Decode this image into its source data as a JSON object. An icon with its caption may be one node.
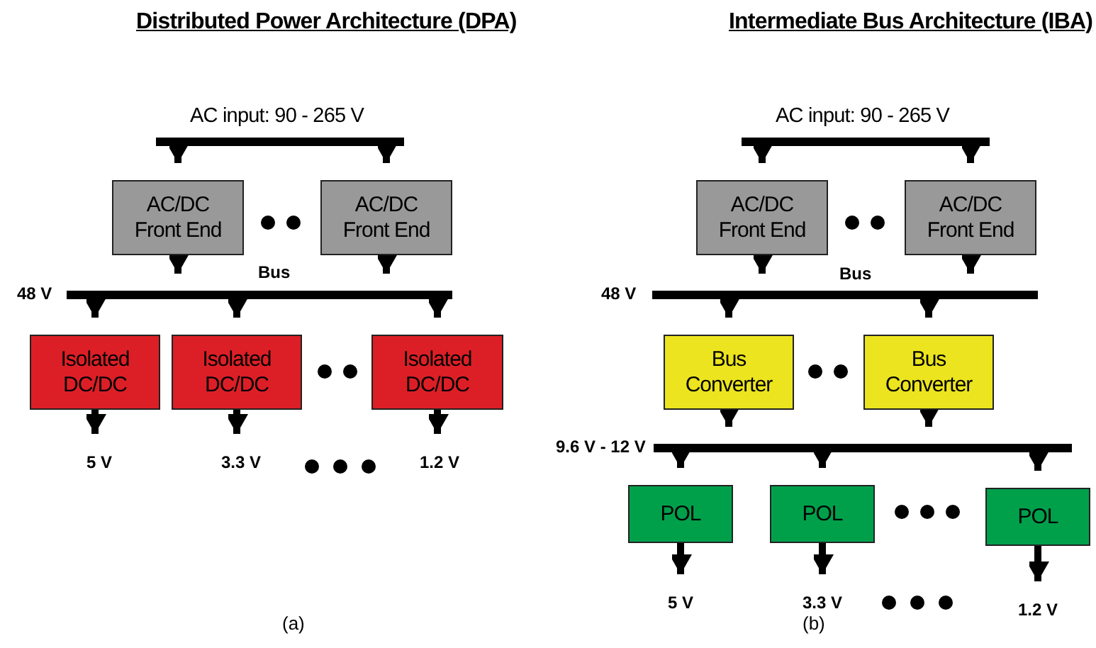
{
  "diagram": {
    "nodes": [
      {
        "text": [],
        "shape": "bar",
        "beside": [
          "AC input: 90 - 265 V"
        ]
      },
      {
        "text": [
          "AC/DC Front End"
        ]
      },
      {
        "text": [
          "AC/DC Front End"
        ]
      },
      {
        "text": [],
        "shape": "bar",
        "beside": [
          "Bus",
          "48 V"
        ]
      },
      {
        "text": [
          "Isolated DC/DC"
        ]
      },
      {
        "text": [
          "Isolated DC/DC"
        ]
      },
      {
        "text": [
          "Isolated DC/DC"
        ]
      },
      {
        "text": [
          "5 V"
        ]
      },
      {
        "text": [
          "3.3 V"
        ]
      },
      {
        "text": [
          "1.2 V"
        ]
      },
      {
        "text": [],
        "shape": "bar",
        "beside": [
          "AC input: 90 - 265 V"
        ]
      },
      {
        "text": [
          "AC/DC Front End"
        ]
      },
      {
        "text": [
          "AC/DC Front End"
        ]
      },
      {
        "text": [],
        "shape": "bar",
        "beside": [
          "Bus",
          "48 V"
        ]
      },
      {
        "text": [
          "Bus Converter"
        ]
      },
      {
        "text": [
          "Bus Converter"
        ]
      },
      {
        "text": [],
        "shape": "bar",
        "beside": [
          "9.6 V - 12 V"
        ]
      },
      {
        "text": [
          "POL"
        ]
      },
      {
        "text": [
          "POL"
        ]
      },
      {
        "text": [
          "POL"
        ]
      },
      {
        "text": [
          "5 V"
        ]
      },
      {
        "text": [
          "3.3 V"
        ]
      },
      {
        "text": [
          "1.2 V"
        ]
      }
    ],
    "edges": [
      {
        "from": 0,
        "to": 1,
        "arrow": "to"
      },
      {
        "from": 0,
        "to": 2,
        "arrow": "to"
      },
      {
        "from": 1,
        "to": 3,
        "arrow": "to"
      },
      {
        "from": 2,
        "to": 3,
        "arrow": "to"
      },
      {
        "from": 3,
        "to": 4,
        "arrow": "to"
      },
      {
        "from": 3,
        "to": 5,
        "arrow": "to"
      },
      {
        "from": 3,
        "to": 6,
        "arrow": "to"
      },
      {
        "from": 4,
        "to": 7,
        "arrow": "to"
      },
      {
        "from": 5,
        "to": 8,
        "arrow": "to"
      },
      {
        "from": 6,
        "to": 9,
        "arrow": "to"
      },
      {
        "from": 10,
        "to": 11,
        "arrow": "to"
      },
      {
        "from": 10,
        "to": 12,
        "arrow": "to"
      },
      {
        "from": 11,
        "to": 13,
        "arrow": "to"
      },
      {
        "from": 12,
        "to": 13,
        "arrow": "to"
      },
      {
        "from": 13,
        "to": 14,
        "arrow": "to"
      },
      {
        "from": 13,
        "to": 15,
        "arrow": "to"
      },
      {
        "from": 14,
        "to": 16,
        "arrow": "to"
      },
      {
        "from": 15,
        "to": 16,
        "arrow": "to"
      },
      {
        "from": 16,
        "to": 17,
        "arrow": "to"
      },
      {
        "from": 16,
        "to": 18,
        "arrow": "to"
      },
      {
        "from": 16,
        "to": 19,
        "arrow": "to"
      },
      {
        "from": 17,
        "to": 20,
        "arrow": "to"
      },
      {
        "from": 18,
        "to": 21,
        "arrow": "to"
      },
      {
        "from": 19,
        "to": 22,
        "arrow": "to"
      }
    ],
    "labels": [
      "Distributed Power Architecture (DPA)",
      "Intermediate Bus Architecture (IBA)",
      "(a)",
      "(b)"
    ]
  }
}
